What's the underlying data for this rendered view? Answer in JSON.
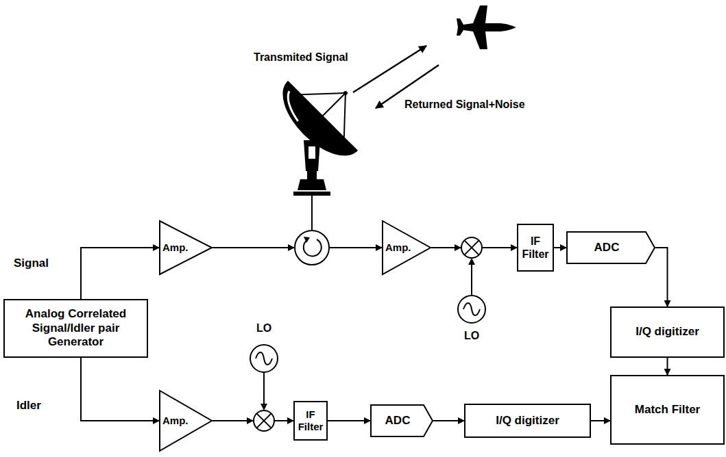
{
  "diagram": {
    "nodes": [
      {
        "text": [
          "Analog Correlated Signal/Idler pair Generator"
        ]
      },
      {
        "text": [
          "Amp."
        ]
      },
      {
        "text": [
          "Amp."
        ]
      },
      {
        "text": [
          "IF Filter"
        ]
      },
      {
        "text": [
          "ADC"
        ]
      },
      {
        "text": [
          "LO"
        ]
      },
      {
        "text": [
          "I/Q digitizer"
        ]
      },
      {
        "text": [
          "LO"
        ]
      },
      {
        "text": [
          "Amp."
        ]
      },
      {
        "text": [
          "IF Filter"
        ]
      },
      {
        "text": [
          "ADC"
        ]
      },
      {
        "text": [
          "I/Q digitizer"
        ]
      },
      {
        "text": [
          "Match Filter"
        ]
      }
    ],
    "edges": [
      {
        "from": 0,
        "to": 1,
        "arrow": "to",
        "label": "Signal"
      },
      {
        "from": 1,
        "to": 2,
        "arrow": "to"
      },
      {
        "from": 2,
        "to": 3,
        "arrow": "to"
      },
      {
        "from": 3,
        "to": 4,
        "arrow": "to"
      },
      {
        "from": 4,
        "to": 6,
        "arrow": "to"
      },
      {
        "from": 6,
        "to": 12,
        "arrow": "to"
      },
      {
        "from": 0,
        "to": 8,
        "arrow": "to",
        "label": "Idler"
      },
      {
        "from": 8,
        "to": 9,
        "arrow": "to"
      },
      {
        "from": 9,
        "to": 10,
        "arrow": "to"
      },
      {
        "from": 10,
        "to": 11,
        "arrow": "to"
      },
      {
        "from": 11,
        "to": 12,
        "arrow": "to"
      }
    ],
    "labels": [
      "Transmited Signal",
      "Returned Signal+Noise"
    ]
  }
}
